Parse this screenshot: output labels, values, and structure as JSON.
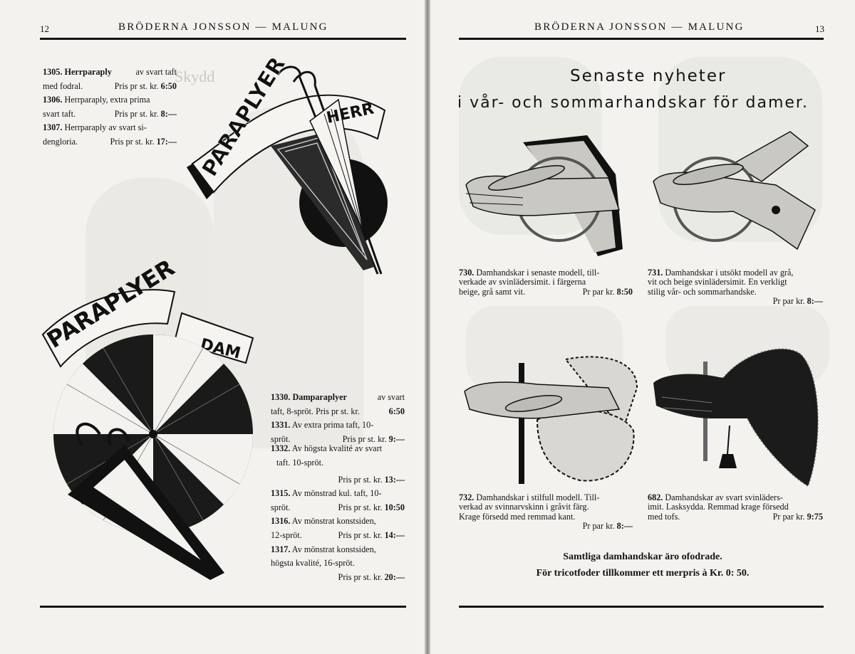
{
  "left_page": {
    "page_number": "12",
    "header": "BRÖDERNA JONSSON — MALUNG",
    "herr_items": [
      {
        "code": "1305.",
        "name": "Herrparaply",
        "text1": "av svart taft",
        "text2": "med fodral.",
        "price": "Pris pr st. kr.",
        "amount": "6:50"
      },
      {
        "code": "1306.",
        "name": "Herrparaply, extra prima",
        "text2": "svart taft.",
        "price": "Pris pr st. kr.",
        "amount": "8:—"
      },
      {
        "code": "1307.",
        "name": "Herrparaply av svart si-",
        "text2": "dengloria.",
        "price": "Pris pr st. kr.",
        "amount": "17:—"
      }
    ],
    "banner_herr_1": "PARAPLYER",
    "banner_herr_2": "HERR",
    "banner_dam_1": "PARAPLYER",
    "banner_dam_2": "DAM",
    "dam_items": [
      {
        "code": "1330.",
        "name": "Damparaplyer",
        "rest": "av svart",
        "line2": "taft, 8-spröt. Pris pr st. kr.",
        "amount": "6:50"
      },
      {
        "code": "1331.",
        "name": "Av extra prima taft, 10-",
        "line2": "spröt.",
        "price": "Pris pr st. kr.",
        "amount": "9:—"
      },
      {
        "code": "1332.",
        "name": "Av högsta kvalité av svart",
        "line2": "taft. 10-spröt.",
        "price": "Pris pr st. kr.",
        "amount": "13:—"
      },
      {
        "code": "1315.",
        "name": "Av mönstrad kul. taft, 10-",
        "line2": "spröt.",
        "price": "Pris pr st. kr.",
        "amount": "10:50"
      },
      {
        "code": "1316.",
        "name": "Av mönstrat konstsiden,",
        "line2": "12-spröt.",
        "price": "Pris pr st. kr.",
        "amount": "14:—"
      },
      {
        "code": "1317.",
        "name": "Av mönstrat konstsiden,",
        "line2": "högsta kvalité, 16-spröt.",
        "price": "Pris pr st. kr.",
        "amount": "20:—"
      }
    ]
  },
  "right_page": {
    "page_number": "13",
    "header": "BRÖDERNA JONSSON — MALUNG",
    "title_line1": "Senaste nyheter",
    "title_line2": "i vår- och sommarhandskar för damer.",
    "gloves": [
      {
        "code": "730.",
        "line1": "Damhandskar i senaste modell, till-",
        "line2": "verkade av svinlädersimit. i färgerna",
        "line3": "beige, grå samt vit.",
        "price": "Pr par kr.",
        "amount": "8:50"
      },
      {
        "code": "731.",
        "line1": "Damhandskar i utsökt modell av grå,",
        "line2": "vit och beige svinlädersimit. En verkligt",
        "line3": "stilig vår- och sommarhandske.",
        "price": "Pr par kr.",
        "amount": "8:—"
      },
      {
        "code": "732.",
        "line1": "Damhandskar i stilfull modell. Till-",
        "line2": "verkad av svinnarvskinn i gråvit färg.",
        "line3": "Krage försedd med remmad kant.",
        "price": "Pr par kr.",
        "amount": "8:—"
      },
      {
        "code": "682.",
        "line1": "Damhandskar av svart svinläders-",
        "line2": "imit. Lasksydda. Remmad krage försedd",
        "line3": "med tofs.",
        "price": "Pr par kr.",
        "amount": "9:75"
      }
    ],
    "footer_line1": "Samtliga damhandskar äro ofodrade.",
    "footer_line2": "För tricotfoder tillkommer ett merpris à Kr. 0: 50."
  }
}
